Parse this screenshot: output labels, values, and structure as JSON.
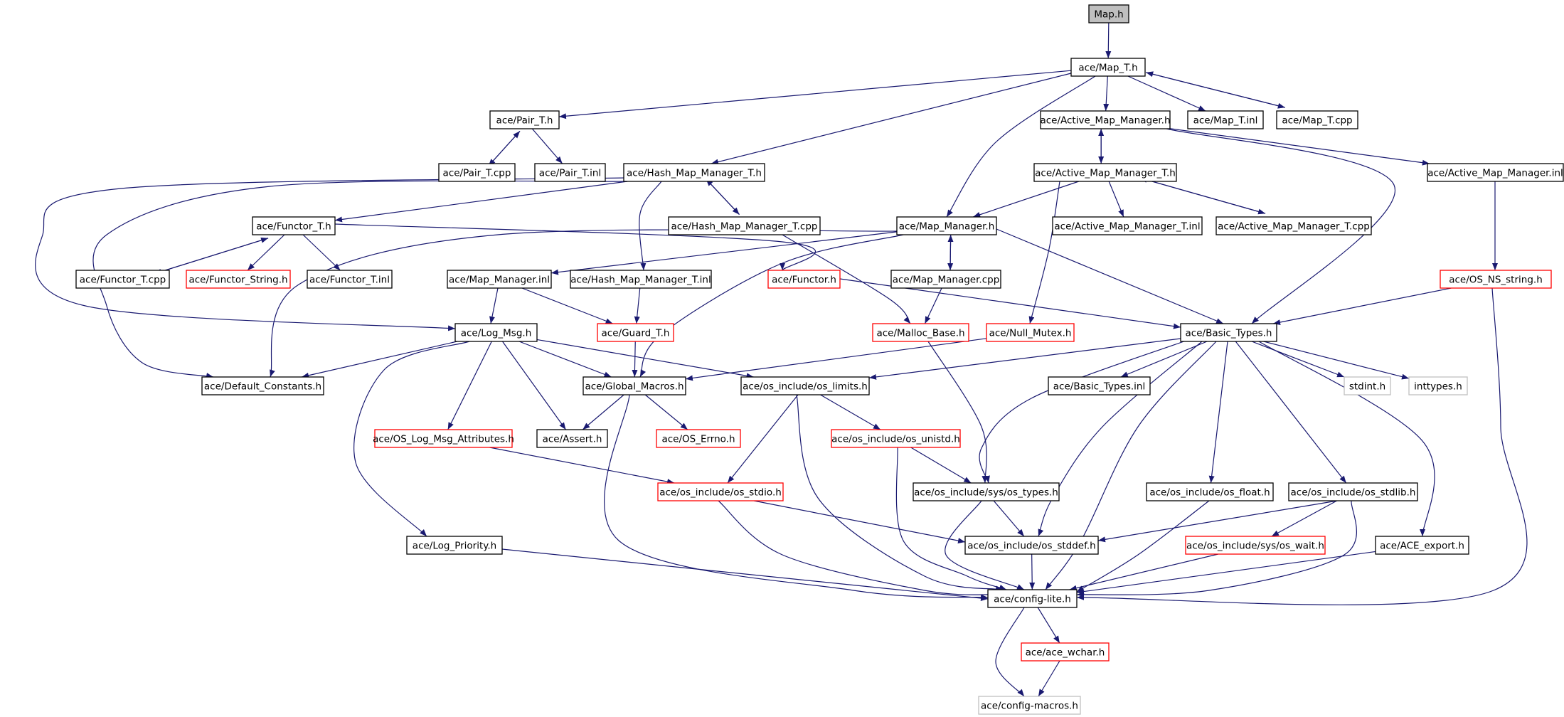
{
  "graph": {
    "colors": {
      "edge": "#191970",
      "root_fill": "#bfbfbf",
      "normal_border": "#000000",
      "missing_border": "#ff0000",
      "external_border": "#bfbfbf"
    },
    "nodes": [
      {
        "id": "map_h",
        "label": "Map.h",
        "kind": "root"
      },
      {
        "id": "map_t_h",
        "label": "ace/Map_T.h",
        "kind": "normal"
      },
      {
        "id": "pair_t_h",
        "label": "ace/Pair_T.h",
        "kind": "normal"
      },
      {
        "id": "active_map_manager_h",
        "label": "ace/Active_Map_Manager.h",
        "kind": "normal"
      },
      {
        "id": "map_t_inl",
        "label": "ace/Map_T.inl",
        "kind": "normal"
      },
      {
        "id": "map_t_cpp",
        "label": "ace/Map_T.cpp",
        "kind": "normal"
      },
      {
        "id": "pair_t_cpp",
        "label": "ace/Pair_T.cpp",
        "kind": "normal"
      },
      {
        "id": "pair_t_inl",
        "label": "ace/Pair_T.inl",
        "kind": "normal"
      },
      {
        "id": "hash_map_manager_t_h",
        "label": "ace/Hash_Map_Manager_T.h",
        "kind": "normal"
      },
      {
        "id": "active_map_manager_t_h",
        "label": "ace/Active_Map_Manager_T.h",
        "kind": "normal"
      },
      {
        "id": "active_map_manager_inl",
        "label": "ace/Active_Map_Manager.inl",
        "kind": "normal"
      },
      {
        "id": "functor_t_h",
        "label": "ace/Functor_T.h",
        "kind": "normal"
      },
      {
        "id": "hash_map_manager_t_cpp",
        "label": "ace/Hash_Map_Manager_T.cpp",
        "kind": "normal"
      },
      {
        "id": "map_manager_h",
        "label": "ace/Map_Manager.h",
        "kind": "normal"
      },
      {
        "id": "active_map_manager_t_inl",
        "label": "ace/Active_Map_Manager_T.inl",
        "kind": "normal"
      },
      {
        "id": "active_map_manager_t_cpp",
        "label": "ace/Active_Map_Manager_T.cpp",
        "kind": "normal"
      },
      {
        "id": "functor_t_cpp",
        "label": "ace/Functor_T.cpp",
        "kind": "normal"
      },
      {
        "id": "functor_string_h",
        "label": "ace/Functor_String.h",
        "kind": "missing"
      },
      {
        "id": "functor_t_inl",
        "label": "ace/Functor_T.inl",
        "kind": "normal"
      },
      {
        "id": "map_manager_inl",
        "label": "ace/Map_Manager.inl",
        "kind": "normal"
      },
      {
        "id": "hash_map_manager_t_inl",
        "label": "ace/Hash_Map_Manager_T.inl",
        "kind": "normal"
      },
      {
        "id": "functor_h",
        "label": "ace/Functor.h",
        "kind": "missing"
      },
      {
        "id": "map_manager_cpp",
        "label": "ace/Map_Manager.cpp",
        "kind": "normal"
      },
      {
        "id": "os_ns_string_h",
        "label": "ace/OS_NS_string.h",
        "kind": "missing"
      },
      {
        "id": "log_msg_h",
        "label": "ace/Log_Msg.h",
        "kind": "normal"
      },
      {
        "id": "guard_t_h",
        "label": "ace/Guard_T.h",
        "kind": "missing"
      },
      {
        "id": "malloc_base_h",
        "label": "ace/Malloc_Base.h",
        "kind": "missing"
      },
      {
        "id": "null_mutex_h",
        "label": "ace/Null_Mutex.h",
        "kind": "missing"
      },
      {
        "id": "basic_types_h",
        "label": "ace/Basic_Types.h",
        "kind": "normal"
      },
      {
        "id": "default_constants_h",
        "label": "ace/Default_Constants.h",
        "kind": "normal"
      },
      {
        "id": "global_macros_h",
        "label": "ace/Global_Macros.h",
        "kind": "normal"
      },
      {
        "id": "os_limits_h",
        "label": "ace/os_include/os_limits.h",
        "kind": "normal"
      },
      {
        "id": "basic_types_inl",
        "label": "ace/Basic_Types.inl",
        "kind": "normal"
      },
      {
        "id": "stdint_h",
        "label": "stdint.h",
        "kind": "external"
      },
      {
        "id": "inttypes_h",
        "label": "inttypes.h",
        "kind": "external"
      },
      {
        "id": "os_log_msg_attributes_h",
        "label": "ace/OS_Log_Msg_Attributes.h",
        "kind": "missing"
      },
      {
        "id": "assert_h",
        "label": "ace/Assert.h",
        "kind": "normal"
      },
      {
        "id": "os_errno_h",
        "label": "ace/OS_Errno.h",
        "kind": "missing"
      },
      {
        "id": "os_unistd_h",
        "label": "ace/os_include/os_unistd.h",
        "kind": "missing"
      },
      {
        "id": "os_stdio_h",
        "label": "ace/os_include/os_stdio.h",
        "kind": "missing"
      },
      {
        "id": "os_types_h",
        "label": "ace/os_include/sys/os_types.h",
        "kind": "normal"
      },
      {
        "id": "os_float_h",
        "label": "ace/os_include/os_float.h",
        "kind": "normal"
      },
      {
        "id": "os_stdlib_h",
        "label": "ace/os_include/os_stdlib.h",
        "kind": "normal"
      },
      {
        "id": "log_priority_h",
        "label": "ace/Log_Priority.h",
        "kind": "normal"
      },
      {
        "id": "os_stddef_h",
        "label": "ace/os_include/os_stddef.h",
        "kind": "normal"
      },
      {
        "id": "os_wait_h",
        "label": "ace/os_include/sys/os_wait.h",
        "kind": "missing"
      },
      {
        "id": "ace_export_h",
        "label": "ace/ACE_export.h",
        "kind": "normal"
      },
      {
        "id": "config_lite_h",
        "label": "ace/config-lite.h",
        "kind": "normal"
      },
      {
        "id": "ace_wchar_h",
        "label": "ace/ace_wchar.h",
        "kind": "missing"
      },
      {
        "id": "config_macros_h",
        "label": "ace/config-macros.h",
        "kind": "external"
      }
    ],
    "edges": [
      [
        "map_h",
        "map_t_h"
      ],
      [
        "map_t_h",
        "pair_t_h"
      ],
      [
        "map_t_h",
        "hash_map_manager_t_h"
      ],
      [
        "map_t_h",
        "active_map_manager_h"
      ],
      [
        "map_t_h",
        "map_manager_h"
      ],
      [
        "map_t_h",
        "map_t_inl"
      ],
      [
        "map_t_h",
        "map_t_cpp"
      ],
      [
        "map_t_cpp",
        "map_t_h"
      ],
      [
        "pair_t_h",
        "pair_t_cpp"
      ],
      [
        "pair_t_cpp",
        "pair_t_h"
      ],
      [
        "pair_t_h",
        "pair_t_inl"
      ],
      [
        "active_map_manager_h",
        "active_map_manager_t_h"
      ],
      [
        "active_map_manager_t_h",
        "active_map_manager_h"
      ],
      [
        "active_map_manager_h",
        "active_map_manager_inl"
      ],
      [
        "active_map_manager_h",
        "basic_types_h"
      ],
      [
        "active_map_manager_inl",
        "os_ns_string_h"
      ],
      [
        "hash_map_manager_t_h",
        "functor_t_h"
      ],
      [
        "hash_map_manager_t_h",
        "hash_map_manager_t_cpp"
      ],
      [
        "hash_map_manager_t_cpp",
        "hash_map_manager_t_h"
      ],
      [
        "hash_map_manager_t_h",
        "hash_map_manager_t_inl"
      ],
      [
        "hash_map_manager_t_h",
        "log_msg_h"
      ],
      [
        "hash_map_manager_t_h",
        "default_constants_h"
      ],
      [
        "hash_map_manager_t_cpp",
        "malloc_base_h"
      ],
      [
        "active_map_manager_t_h",
        "map_manager_h"
      ],
      [
        "active_map_manager_t_h",
        "active_map_manager_t_inl"
      ],
      [
        "active_map_manager_t_h",
        "active_map_manager_t_cpp"
      ],
      [
        "active_map_manager_t_cpp",
        "active_map_manager_t_h"
      ],
      [
        "active_map_manager_t_h",
        "null_mutex_h"
      ],
      [
        "functor_t_h",
        "functor_t_cpp"
      ],
      [
        "functor_t_cpp",
        "functor_t_h"
      ],
      [
        "functor_t_h",
        "functor_string_h"
      ],
      [
        "functor_t_h",
        "functor_t_inl"
      ],
      [
        "functor_t_h",
        "functor_h"
      ],
      [
        "map_manager_h",
        "map_manager_inl"
      ],
      [
        "map_manager_h",
        "map_manager_cpp"
      ],
      [
        "map_manager_cpp",
        "map_manager_h"
      ],
      [
        "map_manager_h",
        "global_macros_h"
      ],
      [
        "map_manager_h",
        "default_constants_h"
      ],
      [
        "map_manager_h",
        "basic_types_h"
      ],
      [
        "map_manager_cpp",
        "malloc_base_h"
      ],
      [
        "map_manager_inl",
        "log_msg_h"
      ],
      [
        "map_manager_inl",
        "guard_t_h"
      ],
      [
        "hash_map_manager_t_inl",
        "guard_t_h"
      ],
      [
        "functor_h",
        "basic_types_h"
      ],
      [
        "os_ns_string_h",
        "basic_types_h"
      ],
      [
        "os_ns_string_h",
        "config_lite_h"
      ],
      [
        "log_msg_h",
        "default_constants_h"
      ],
      [
        "log_msg_h",
        "global_macros_h"
      ],
      [
        "log_msg_h",
        "os_limits_h"
      ],
      [
        "log_msg_h",
        "os_log_msg_attributes_h"
      ],
      [
        "log_msg_h",
        "assert_h"
      ],
      [
        "log_msg_h",
        "log_priority_h"
      ],
      [
        "guard_t_h",
        "global_macros_h"
      ],
      [
        "malloc_base_h",
        "os_types_h"
      ],
      [
        "null_mutex_h",
        "global_macros_h"
      ],
      [
        "basic_types_h",
        "basic_types_inl"
      ],
      [
        "basic_types_h",
        "stdint_h"
      ],
      [
        "basic_types_h",
        "inttypes_h"
      ],
      [
        "basic_types_h",
        "os_limits_h"
      ],
      [
        "basic_types_h",
        "os_types_h"
      ],
      [
        "basic_types_h",
        "os_float_h"
      ],
      [
        "basic_types_h",
        "os_stdlib_h"
      ],
      [
        "basic_types_h",
        "os_stddef_h"
      ],
      [
        "basic_types_h",
        "ace_export_h"
      ],
      [
        "basic_types_h",
        "config_lite_h"
      ],
      [
        "global_macros_h",
        "assert_h"
      ],
      [
        "global_macros_h",
        "os_errno_h"
      ],
      [
        "global_macros_h",
        "config_lite_h"
      ],
      [
        "os_limits_h",
        "os_unistd_h"
      ],
      [
        "os_limits_h",
        "os_stdio_h"
      ],
      [
        "os_limits_h",
        "config_lite_h"
      ],
      [
        "os_log_msg_attributes_h",
        "os_stdio_h"
      ],
      [
        "os_unistd_h",
        "os_types_h"
      ],
      [
        "os_unistd_h",
        "config_lite_h"
      ],
      [
        "os_stdio_h",
        "os_stddef_h"
      ],
      [
        "os_stdio_h",
        "config_lite_h"
      ],
      [
        "os_types_h",
        "os_stddef_h"
      ],
      [
        "os_types_h",
        "config_lite_h"
      ],
      [
        "os_float_h",
        "config_lite_h"
      ],
      [
        "os_stdlib_h",
        "os_stddef_h"
      ],
      [
        "os_stdlib_h",
        "os_wait_h"
      ],
      [
        "os_stdlib_h",
        "config_lite_h"
      ],
      [
        "log_priority_h",
        "config_lite_h"
      ],
      [
        "os_stddef_h",
        "config_lite_h"
      ],
      [
        "os_wait_h",
        "config_lite_h"
      ],
      [
        "ace_export_h",
        "config_lite_h"
      ],
      [
        "config_lite_h",
        "ace_wchar_h"
      ],
      [
        "config_lite_h",
        "config_macros_h"
      ],
      [
        "ace_wchar_h",
        "config_macros_h"
      ]
    ]
  }
}
